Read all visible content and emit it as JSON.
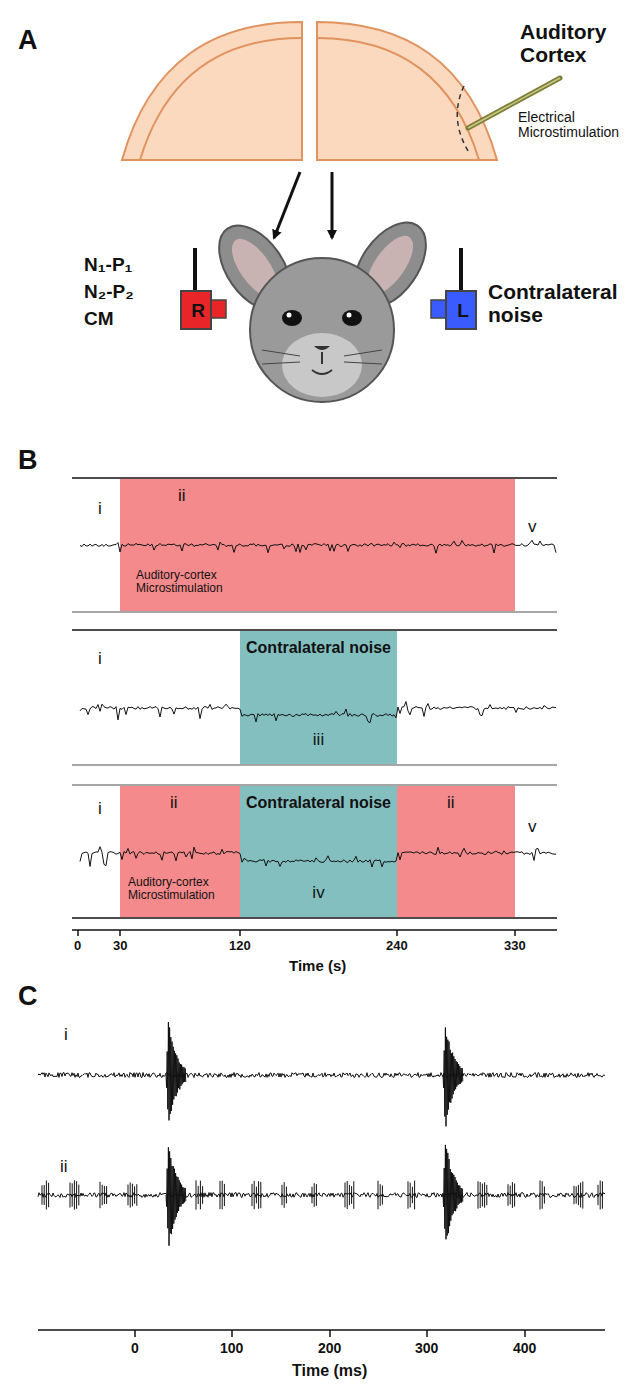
{
  "diagram": {
    "nodes": [
      {
        "text": [
          "R"
        ]
      },
      {
        "text": [
          "L"
        ]
      },
      {
        "text": [
          "ii",
          "Auditory-cortex Microstimulation"
        ]
      },
      {
        "text": [
          "Contralateral noise",
          "iii"
        ]
      },
      {
        "text": [
          "ii",
          "Auditory-cortex Microstimulation"
        ]
      },
      {
        "text": [
          "Contralateral noise",
          "iv"
        ]
      },
      {
        "text": [
          "ii"
        ]
      }
    ],
    "labels": [
      "A",
      "Auditory Cortex",
      "Electrical Microstimulation",
      "N₁-P₁",
      "N₂-P₂",
      "CM",
      "Contralateral noise",
      "B",
      "i",
      "v",
      "i",
      "i",
      "v",
      "0",
      "30",
      "120",
      "240",
      "330",
      "Time (s)",
      "C",
      "i",
      "ii",
      "0",
      "100",
      "200",
      "300",
      "400",
      "Time (ms)"
    ]
  }
}
